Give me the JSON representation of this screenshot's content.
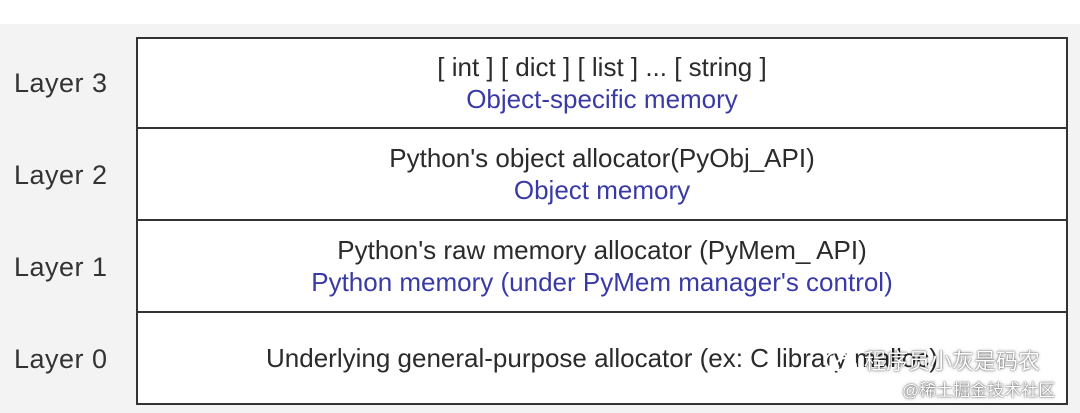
{
  "layers": [
    {
      "label": "Layer 3",
      "primary": "[ int ] [ dict ] [ list ] ... [ string ]",
      "secondary": "Object-specific memory"
    },
    {
      "label": "Layer 2",
      "primary": "Python's object allocator(PyObj_API)",
      "secondary": "Object memory"
    },
    {
      "label": "Layer 1",
      "primary": "Python's raw memory allocator (PyMem_ API)",
      "secondary": "Python memory (under PyMem manager's control)"
    },
    {
      "label": "Layer 0",
      "primary": "Underlying general-purpose allocator (ex: C library malloc)",
      "secondary": ""
    }
  ],
  "watermark": {
    "line1": "程序员小灰是码农",
    "line2": "@稀土掘金技术社区",
    "icon": "wechat-icon"
  },
  "colors": {
    "primary_text": "#2b2b2b",
    "secondary_text": "#3a3aa6",
    "border": "#333333"
  }
}
